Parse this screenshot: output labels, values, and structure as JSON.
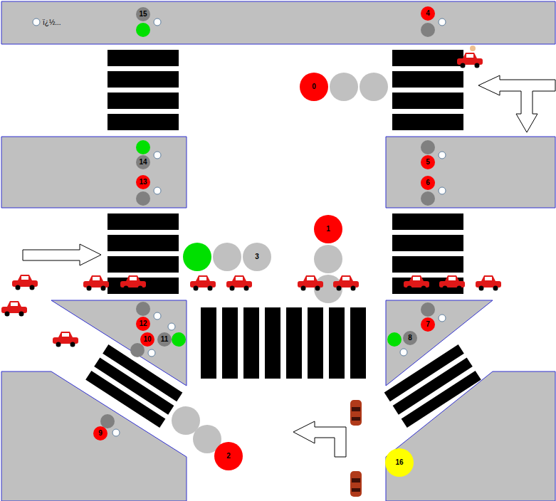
{
  "diagram": {
    "nodes": [
      {
        "text": [
          "15"
        ]
      },
      {
        "text": [
          "4"
        ]
      },
      {
        "text": [
          "0"
        ]
      },
      {
        "text": [
          "14"
        ]
      },
      {
        "text": [
          "5"
        ]
      },
      {
        "text": [
          "13"
        ]
      },
      {
        "text": [
          "6"
        ]
      },
      {
        "text": [
          "1"
        ]
      },
      {
        "text": [
          "3"
        ]
      },
      {
        "text": [
          "12"
        ]
      },
      {
        "text": [
          "7"
        ]
      },
      {
        "text": [
          "10"
        ]
      },
      {
        "text": [
          "11"
        ]
      },
      {
        "text": [
          "8"
        ]
      },
      {
        "text": [
          "9"
        ]
      },
      {
        "text": [
          "2"
        ]
      },
      {
        "text": [
          "16"
        ]
      }
    ],
    "labels": [
      "ï¿½..."
    ]
  }
}
